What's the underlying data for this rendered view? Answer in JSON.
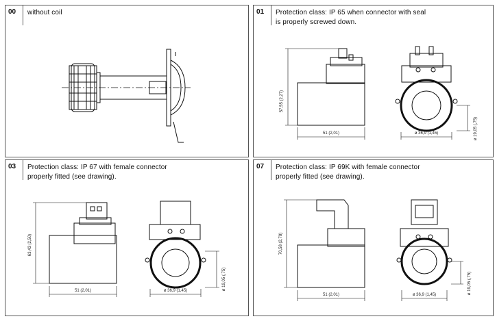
{
  "panels": [
    {
      "code": "00",
      "lines": [
        "without coil"
      ]
    },
    {
      "code": "01",
      "lines": [
        "Protection class: IP 65 when connector with seal",
        "is properly screwed down."
      ],
      "dims": {
        "height": "57,55 (2,27)",
        "width": "51 (2,01)",
        "diameter": "ø 36,9 (1,45)",
        "offset": "ø 19,05 (,75)"
      }
    },
    {
      "code": "03",
      "lines": [
        "Protection class: IP 67 with female connector",
        "properly fitted (see drawing)."
      ],
      "dims": {
        "height": "63,43 (2,50)",
        "width": "51 (2,01)",
        "diameter": "ø 36,9 (1,45)",
        "offset": "ø 19,05 (,75)"
      }
    },
    {
      "code": "07",
      "lines": [
        "Protection class: IP 69K with female connector",
        "properly fitted (see drawing)."
      ],
      "dims": {
        "height": "70,58 (2,78)",
        "width": "51 (2,01)",
        "diameter": "ø 36,9 (1,45)",
        "offset": "ø 19,05 (,75)"
      }
    }
  ]
}
